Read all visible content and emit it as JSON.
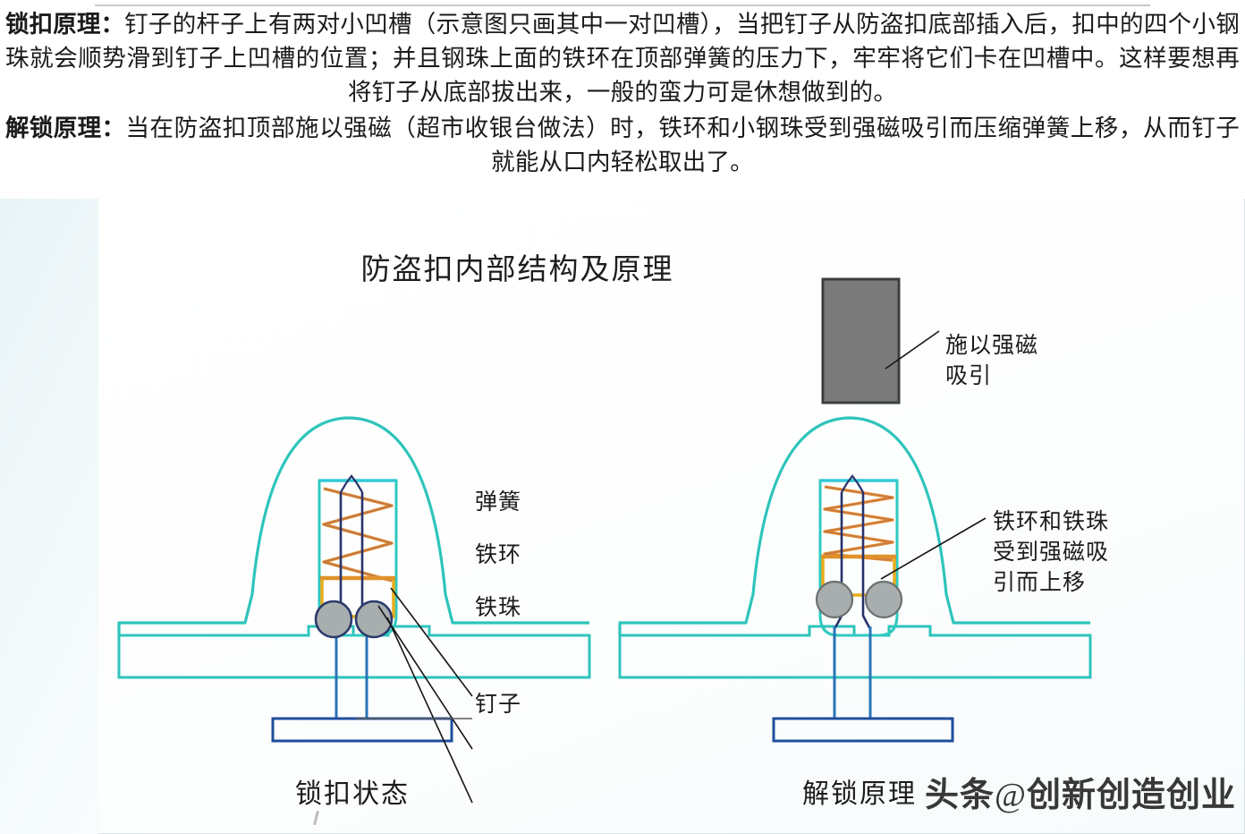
{
  "article": {
    "paragraphs": [
      {
        "lead": "锁扣原理：",
        "body": "钉子的杆子上有两对小凹槽（示意图只画其中一对凹槽），当把钉子从防盗扣底部插入后，扣中的四个小钢珠就会顺势滑到钉子上凹槽的位置；并且钢珠上面的铁环在顶部弹簧的压力下，牢牢将它们卡在凹槽中。这样要想再将钉子从底部拔出来，一般的蛮力可是休想做到的。"
      },
      {
        "lead": "解锁原理：",
        "body": "当在防盗扣顶部施以强磁（超市收银台做法）时，铁环和小钢珠受到强磁吸引而压缩弹簧上移，从而钉子就能从口内轻松取出了。"
      }
    ]
  },
  "figure": {
    "title": "防盗扣内部结构及原理",
    "labels": {
      "spring": "弹簧",
      "iron_ring": "铁环",
      "iron_bead": "铁珠",
      "nail": "钉子",
      "magnet": "施以强磁\n吸引",
      "right_note": "铁环和铁珠\n受到强磁吸\n引而上移"
    },
    "captions": {
      "left": "锁扣状态",
      "right": "解锁原理"
    },
    "colors": {
      "shell_outline": "#25c3b4",
      "shell_outline_alt": "#34c9d6",
      "nail": "#1f4e9c",
      "spring": "#e08a2e",
      "iron_ring": "#e8ab1e",
      "bead_fill": "#a8aeae",
      "bead_stroke": "#2b3a6b",
      "magnet_fill": "#7b7b7b",
      "magnet_stroke": "#3b3f42",
      "leader_line": "#1a1a1a"
    }
  },
  "watermark": {
    "brand": "头条",
    "at": "@",
    "account": "创新创造创业"
  }
}
